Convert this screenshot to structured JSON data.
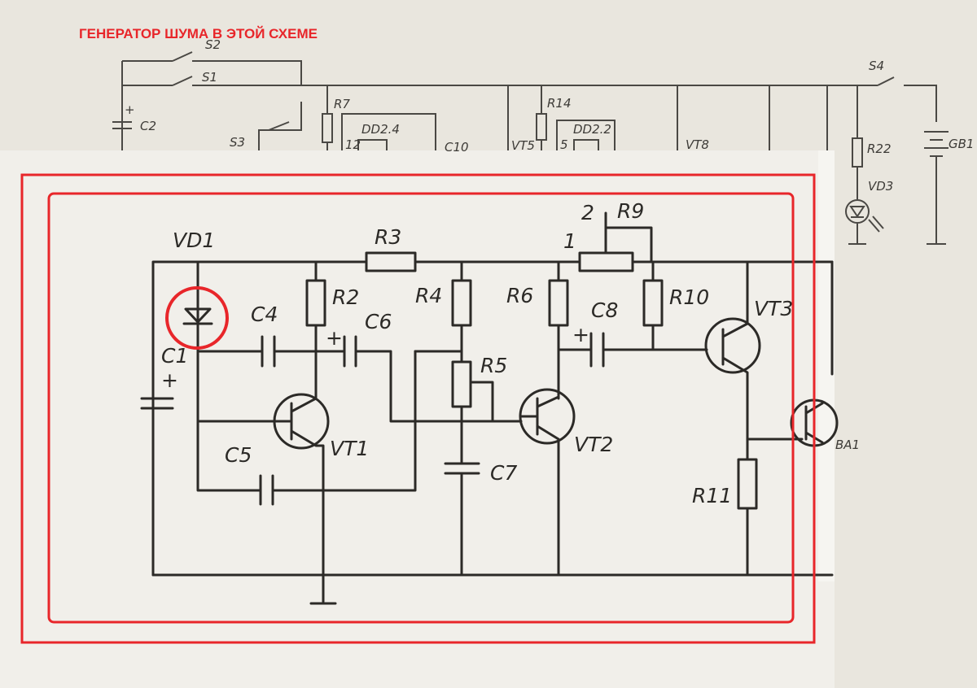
{
  "title": "ГЕНЕРАТОР ШУМА В ЭТОЙ СХЕМЕ",
  "top_labels": {
    "s1": "S1",
    "s2": "S2",
    "s3": "S3",
    "s4": "S4",
    "c2": "C2",
    "r7": "R7",
    "dd24": "DD2.4",
    "pin12": "12",
    "c10": "C10",
    "vt5": "VT5",
    "r14": "R14",
    "dd22": "DD2.2",
    "pin5": "5",
    "vt8": "VT8",
    "r22": "R22",
    "vd3": "VD3",
    "gb1": "GB1"
  },
  "main_labels": {
    "vd1": "VD1",
    "c1": "C1",
    "c4": "C4",
    "c5": "C5",
    "r2": "R2",
    "c6": "C6",
    "vt1": "VT1",
    "r3": "R3",
    "r4": "R4",
    "r5": "R5",
    "c7": "C7",
    "r6": "R6",
    "vt2": "VT2",
    "c8": "C8",
    "r9": "R9",
    "pin1": "1",
    "pin2": "2",
    "r10": "R10",
    "vt3": "VT3",
    "r11": "R11",
    "ba1": "BA1"
  },
  "plus": "+",
  "colors": {
    "highlight": "#e8262a",
    "ink": "#2c2a27",
    "paper": "#e9e6de"
  }
}
